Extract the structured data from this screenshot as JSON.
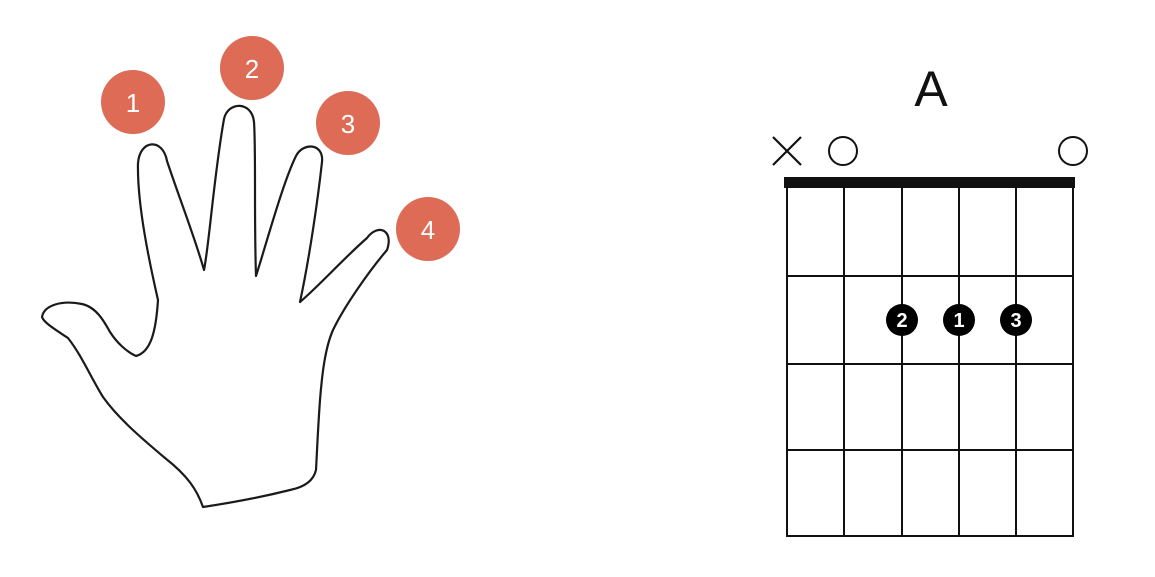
{
  "hand": {
    "finger_color": "#dd6b55",
    "fingers": [
      {
        "label": "1",
        "name": "index"
      },
      {
        "label": "2",
        "name": "middle"
      },
      {
        "label": "3",
        "name": "ring"
      },
      {
        "label": "4",
        "name": "pinky"
      }
    ]
  },
  "chord": {
    "name": "A",
    "strings": 6,
    "frets": 4,
    "string_markers": [
      "muted",
      "open",
      "",
      "",
      "",
      "open"
    ],
    "fingering": [
      {
        "string": 3,
        "fret": 2,
        "finger": "2"
      },
      {
        "string": 4,
        "fret": 2,
        "finger": "1"
      },
      {
        "string": 5,
        "fret": 2,
        "finger": "3"
      }
    ]
  }
}
